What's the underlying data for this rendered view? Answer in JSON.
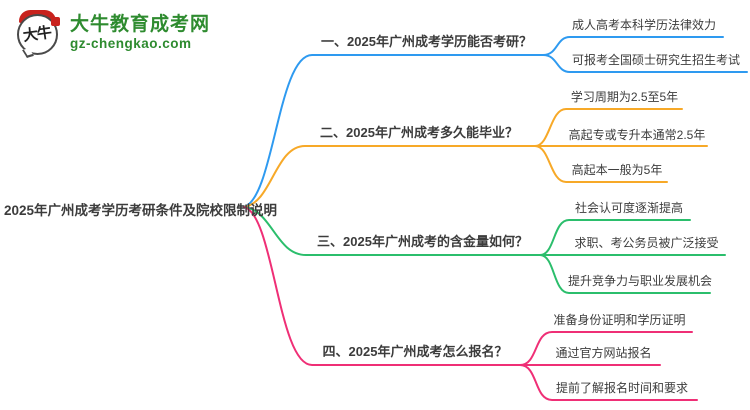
{
  "site": {
    "logo_mark_text": "大牛",
    "site_name": "大牛教育成考网",
    "site_domain": "gz-chengkao.com",
    "brand_green": "#2e8b2f",
    "brand_red": "#c8221d"
  },
  "root": {
    "label": "2025年广州成考学历考研条件及院校限制说明"
  },
  "branches": [
    {
      "label": "一、2025年广州成考学历能否考研？",
      "color": "#2E9AF0",
      "children": [
        "成人高考本科学历法律效力",
        "可报考全国硕士研究生招生考试"
      ]
    },
    {
      "label": "二、2025年广州成考多久能毕业？",
      "color": "#F7A928",
      "children": [
        "学习周期为2.5至5年",
        "高起专或专升本通常2.5年",
        "高起本一般为5年"
      ]
    },
    {
      "label": "三、2025年广州成考的含金量如何？",
      "color": "#2BBE6C",
      "children": [
        "社会认可度逐渐提高",
        "求职、考公务员被广泛接受",
        "提升竞争力与职业发展机会"
      ]
    },
    {
      "label": "四、2025年广州成考怎么报名？",
      "color": "#EF2F76",
      "children": [
        "准备身份证明和学历证明",
        "通过官方网站报名",
        "提前了解报名时间和要求"
      ]
    }
  ]
}
